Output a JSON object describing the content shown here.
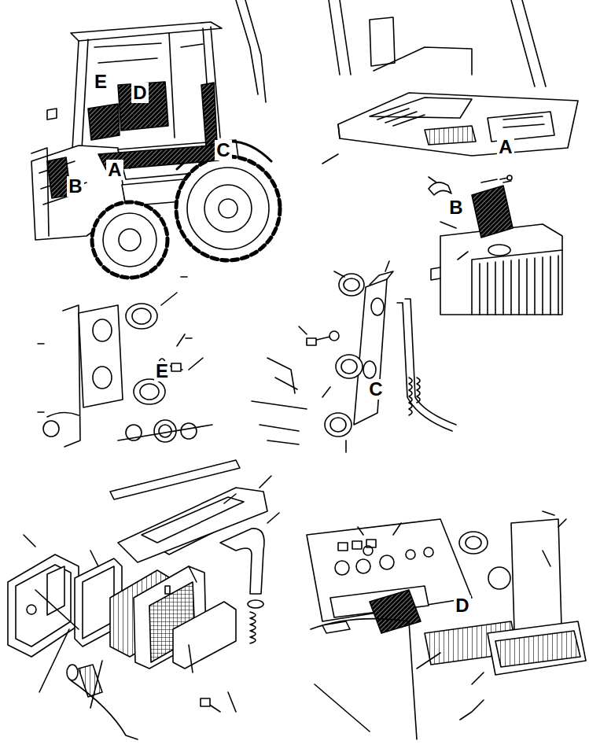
{
  "diagram": {
    "labels": [
      "E",
      "D",
      "B",
      "A",
      "C",
      "A",
      "B",
      "E",
      "C",
      "D"
    ]
  }
}
